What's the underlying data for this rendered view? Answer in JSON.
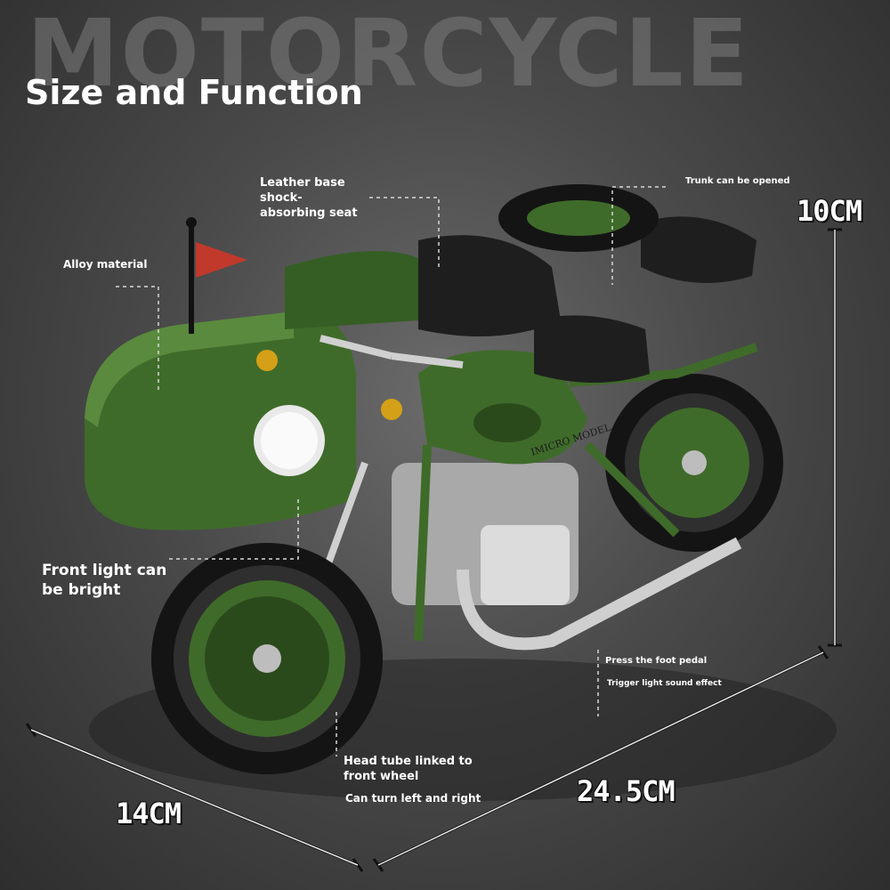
{
  "background_word": "MOTORCYCLE",
  "title": "Size and Function",
  "labels": {
    "alloy": "Alloy material",
    "seat_line1": "Leather base",
    "seat_line2": "shock-",
    "seat_line3": "absorbing seat",
    "trunk": "Trunk can be opened",
    "front_light_line1": "Front light can",
    "front_light_line2": "be bright",
    "pedal": "Press the foot pedal",
    "trigger": "Trigger light sound effect",
    "head_tube_line1": "Head tube linked to",
    "head_tube_line2": "front wheel",
    "turn": "Can turn left and right",
    "tank_brand": "IMICRO MODEL"
  },
  "dimensions": {
    "height": "10CM",
    "length": "24.5CM",
    "width": "14CM"
  },
  "colors": {
    "body_green": "#3f6b2a",
    "dark_green": "#2b4a1c",
    "flag_red": "#c0392b",
    "seat_black": "#1e1e1e",
    "chrome": "#c9c9c9"
  }
}
